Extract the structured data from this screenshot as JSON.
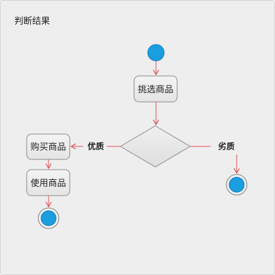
{
  "diagram": {
    "title": "判断结果",
    "nodes": {
      "pick": "挑选商品",
      "buy": "购买商品",
      "use": "使用商品"
    },
    "edges": {
      "good": "优质",
      "bad": "劣质"
    },
    "colors": {
      "start_fill": "#1a9ee0",
      "start_stroke": "#1a7fbf",
      "arrow": "#e05050",
      "box_fill": "#eeeeee",
      "box_stroke": "#8a8a8a",
      "diamond_fill": "#e6e6e6"
    }
  }
}
